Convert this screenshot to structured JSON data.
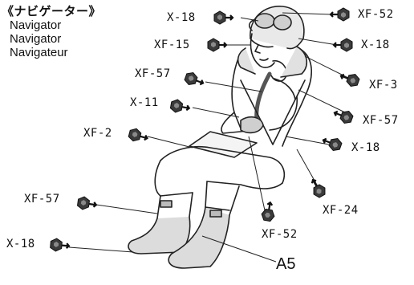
{
  "figure": {
    "title_jp": "《ナビゲーター》",
    "names": [
      "Navigator",
      "Navigator",
      "Navigateur"
    ]
  },
  "callouts": [
    {
      "id": "c1",
      "label": "X-18"
    },
    {
      "id": "c2",
      "label": "XF-52"
    },
    {
      "id": "c3",
      "label": "XF-15"
    },
    {
      "id": "c4",
      "label": "X-18"
    },
    {
      "id": "c5",
      "label": "XF-57"
    },
    {
      "id": "c6",
      "label": "XF-3"
    },
    {
      "id": "c7",
      "label": "X-11"
    },
    {
      "id": "c8",
      "label": "XF-57"
    },
    {
      "id": "c9",
      "label": "XF-2"
    },
    {
      "id": "c10",
      "label": "X-18"
    },
    {
      "id": "c11",
      "label": "XF-24"
    },
    {
      "id": "c12",
      "label": "XF-57"
    },
    {
      "id": "c13",
      "label": "XF-52"
    },
    {
      "id": "c14",
      "label": "X-18"
    }
  ],
  "part_label": "A5",
  "icons": {
    "paint_marker": "paint-drop-hexagon-icon"
  }
}
